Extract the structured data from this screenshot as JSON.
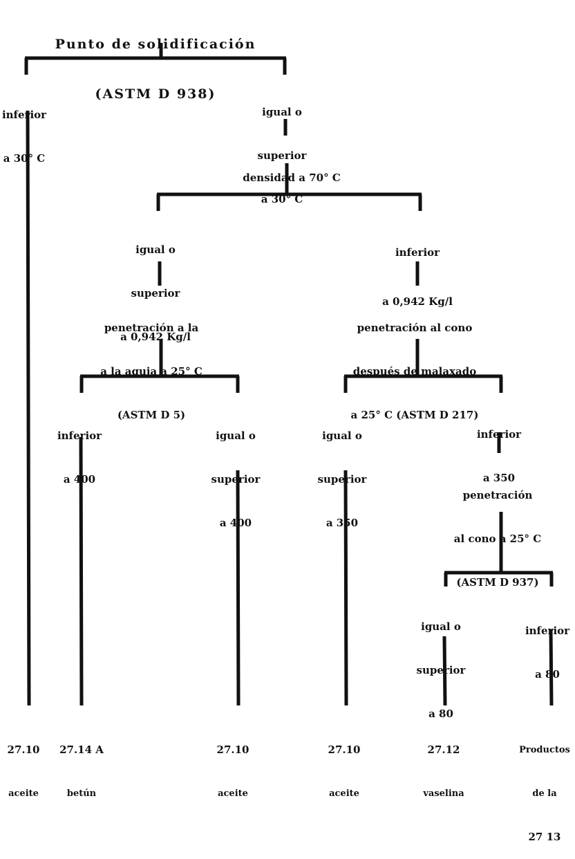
{
  "title": [
    "Punto de solidificación",
    "(ASTM D 938)"
  ],
  "nodes": {
    "inferior_30": [
      "inferior",
      "a 30° C"
    ],
    "igual_30": [
      "igual o",
      "superior",
      "a 30° C"
    ],
    "densidad": [
      "densidad a 70° C"
    ],
    "igual_0942": [
      "igual o",
      "superior",
      "a 0,942 Kg/l"
    ],
    "inferior_0942": [
      "inferior",
      "a 0,942 Kg/l"
    ],
    "pen_aguja": [
      "penetración a la",
      "a la aguja a 25° C",
      "(ASTM D 5)"
    ],
    "pen_cono_malax": [
      "penetración al cono",
      "después de malaxado",
      "a 25° C (ASTM D 217)"
    ],
    "inferior_400": [
      "inferior",
      "a 400"
    ],
    "igual_400": [
      "igual o",
      "superior",
      "a 400"
    ],
    "igual_350": [
      "igual o",
      "superior",
      "a 350"
    ],
    "inferior_350": [
      "inferior",
      "a 350"
    ],
    "pen_cono": [
      "penetración",
      "al cono a 25° C",
      "(ASTM D 937)"
    ],
    "igual_80": [
      "igual o",
      "superior",
      "a 80"
    ],
    "inferior_80": [
      "inferior",
      "a 80"
    ]
  },
  "leaves": {
    "l1": {
      "code": "27.10",
      "name": "aceite"
    },
    "l2": {
      "code": "27.14 A",
      "name": "betún"
    },
    "l3": {
      "code": "27.10",
      "name": "aceite"
    },
    "l4": {
      "code": "27.10",
      "name": "aceite"
    },
    "l5": {
      "code": "27.12",
      "name": "vaselina"
    },
    "l6": {
      "code": "Productos",
      "name": "de la",
      "extra": "27 13"
    }
  }
}
